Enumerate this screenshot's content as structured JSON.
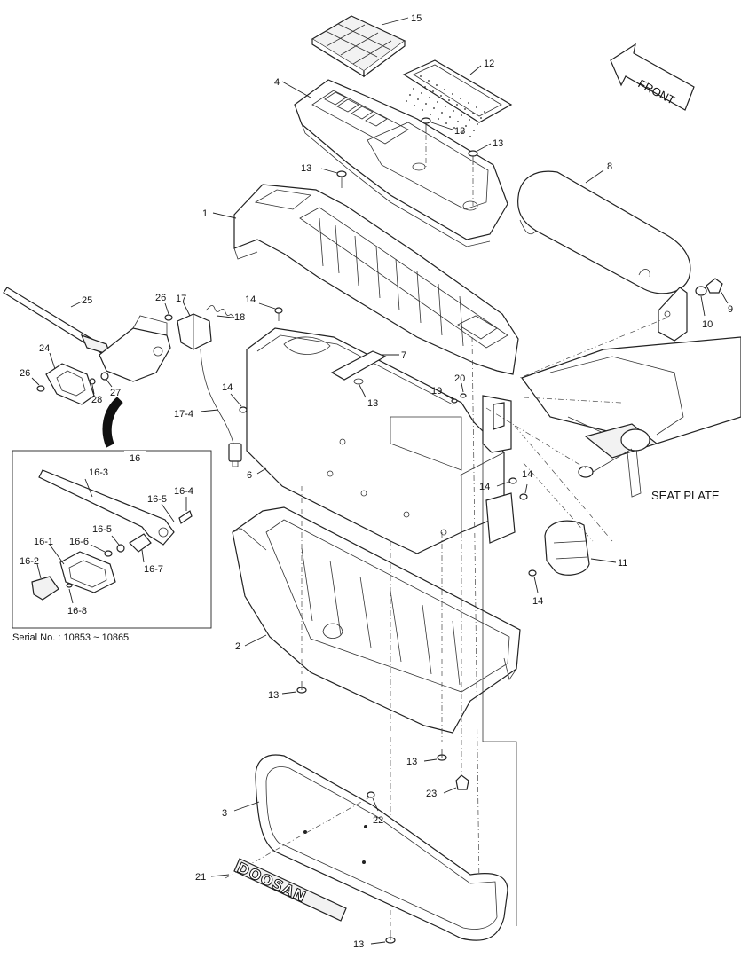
{
  "labels": {
    "l15": "15",
    "l12": "12",
    "l4": "4",
    "l13a": "13",
    "l13b": "13",
    "l13c": "13",
    "l8": "8",
    "l1": "1",
    "l26a": "26",
    "l17": "17",
    "l18": "18",
    "l14a": "14",
    "l25": "25",
    "l24": "24",
    "l26b": "26",
    "l28": "28",
    "l27": "27",
    "l7": "7",
    "l10": "10",
    "l9": "9",
    "l14b": "14",
    "l17_4": "17-4",
    "l13d": "13",
    "l19": "19",
    "l20": "20",
    "l6": "6",
    "l14c": "14",
    "l14d": "14",
    "l11": "11",
    "l14e": "14",
    "l16": "16",
    "l16_3": "16-3",
    "l16_5a": "16-5",
    "l16_4": "16-4",
    "l16_5b": "16-5",
    "l16_1": "16-1",
    "l16_6": "16-6",
    "l16_7": "16-7",
    "l16_2": "16-2",
    "l16_8": "16-8",
    "l2": "2",
    "l13e": "13",
    "l13f": "13",
    "l23": "23",
    "l3": "3",
    "l22": "22",
    "l21": "21",
    "l13g": "13"
  },
  "front_label": "FRONT",
  "seat_plate_label": "SEAT PLATE",
  "serial_label": "Serial No. : 10853 ~ 10865",
  "brand_text": "DOOSAN"
}
